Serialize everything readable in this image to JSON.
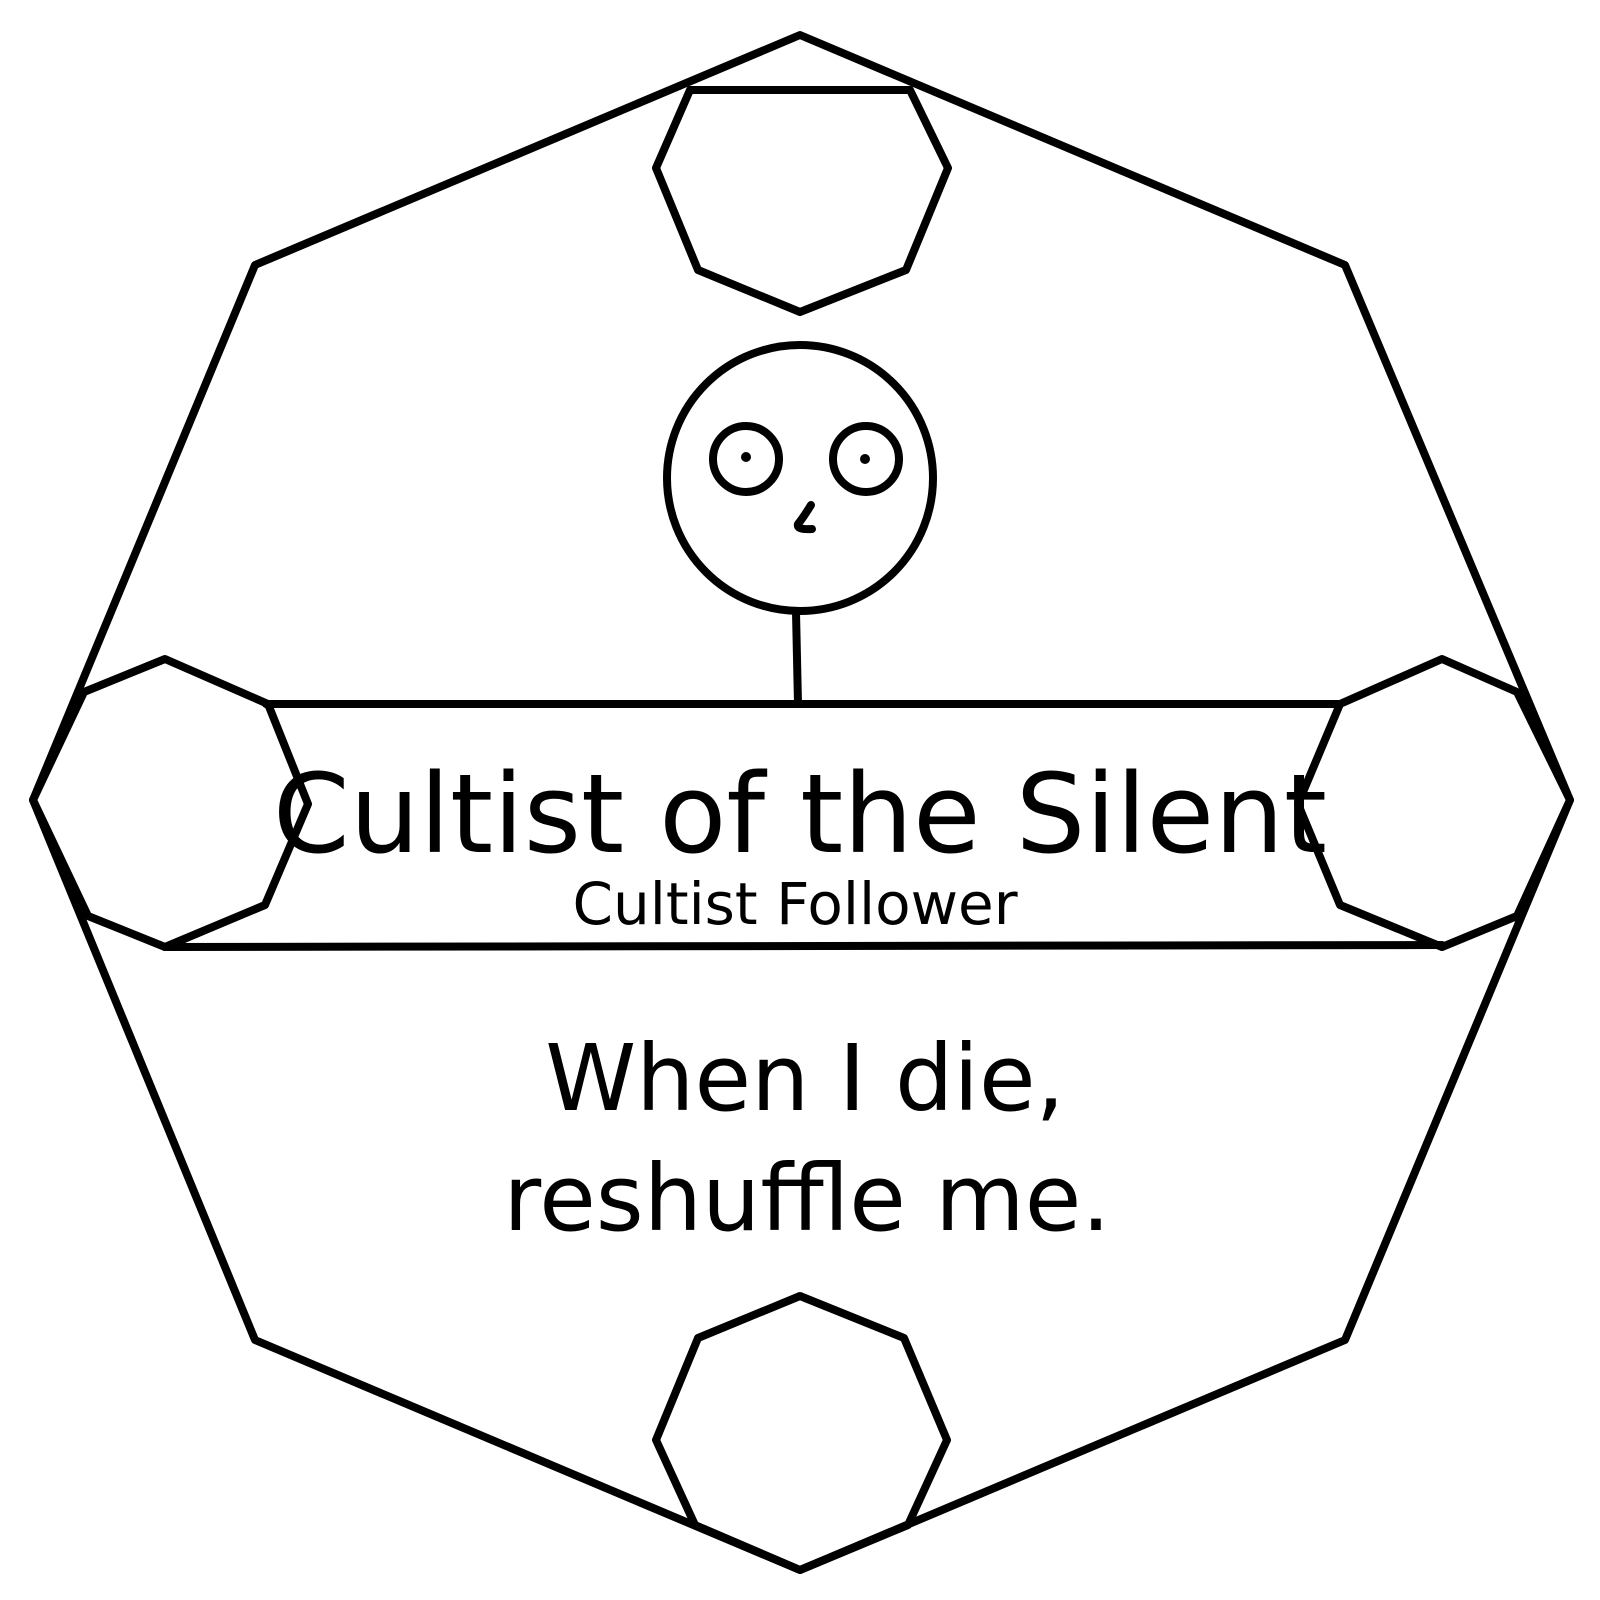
{
  "card": {
    "title": "Cultist of the Silent",
    "subtitle": "Cultist Follower",
    "ability_lines": [
      "When I die,",
      "reshuffle me."
    ],
    "portrait_icon": "stick-figure-face-icon",
    "frame_icon": "octagon-frame-icon",
    "stroke_color": "#000000",
    "background_color": "#ffffff"
  }
}
